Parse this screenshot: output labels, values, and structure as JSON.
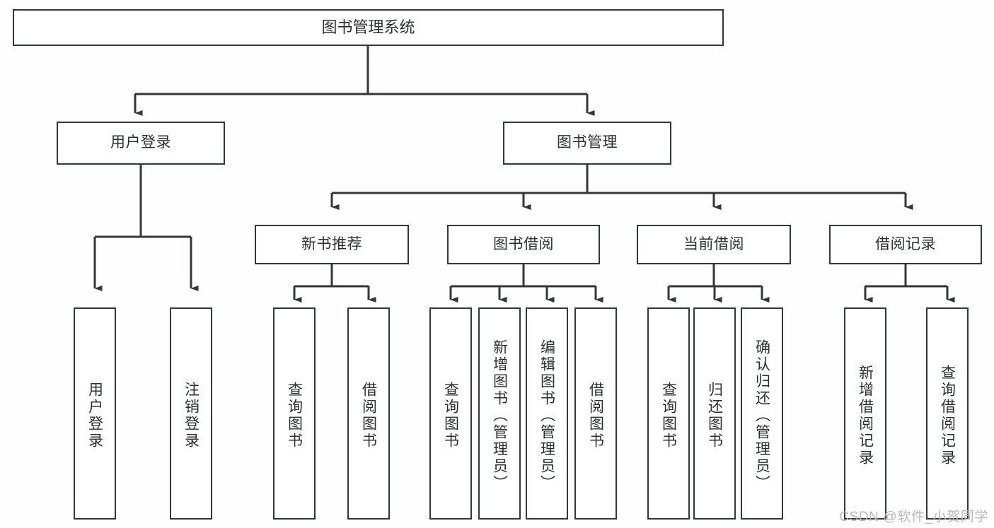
{
  "diagram": {
    "title": "图书管理系统",
    "type": "tree-hierarchy-diagram",
    "watermark": "CSDN @软件_小贺同学",
    "colors": {
      "background": "#fefefe",
      "box_fill": "#ffffff",
      "box_border": "#32373b",
      "connector": "#32373b",
      "text": "#2b2f33",
      "watermark": "#b9b9b9"
    },
    "root": {
      "label": "图书管理系统"
    },
    "level2": [
      {
        "label": "用户登录"
      },
      {
        "label": "图书管理"
      }
    ],
    "level3": [
      {
        "label": "新书推荐"
      },
      {
        "label": "图书借阅"
      },
      {
        "label": "当前借阅"
      },
      {
        "label": "借阅记录"
      }
    ],
    "leaves": {
      "user_login": [
        {
          "label": "用户登录"
        },
        {
          "label": "注销登录"
        }
      ],
      "new_book_recommend": [
        {
          "label": "查询图书"
        },
        {
          "label": "借阅图书"
        }
      ],
      "book_borrow": [
        {
          "label": "查询图书"
        },
        {
          "label": "新增图书（管理员）"
        },
        {
          "label": "编辑图书（管理员）"
        },
        {
          "label": "借阅图书"
        }
      ],
      "current_borrow": [
        {
          "label": "查询图书"
        },
        {
          "label": "归还图书"
        },
        {
          "label": "确认归还（管理员）"
        }
      ],
      "borrow_record": [
        {
          "label": "新增借阅记录"
        },
        {
          "label": "查询借阅记录"
        }
      ]
    }
  }
}
